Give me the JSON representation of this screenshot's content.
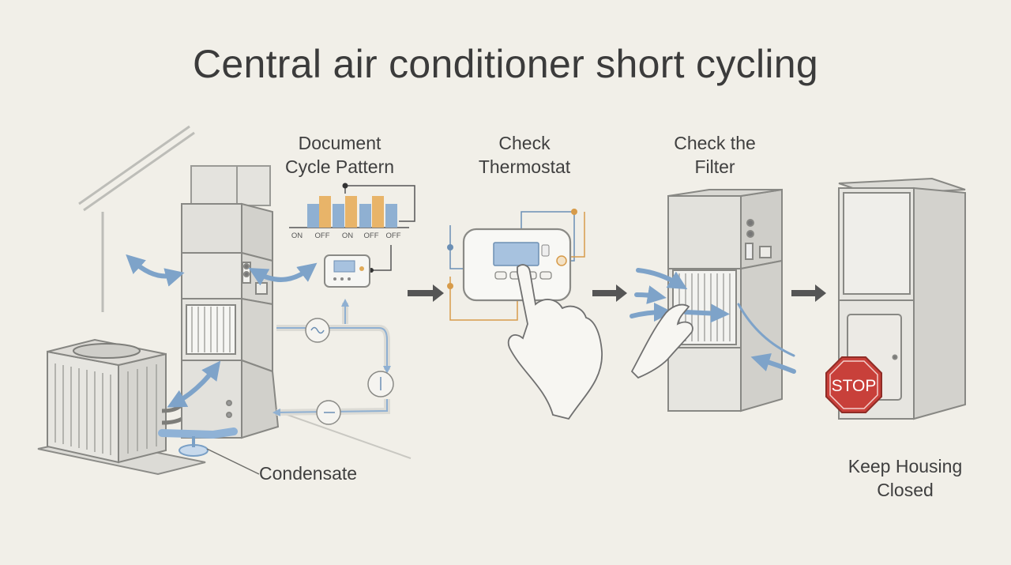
{
  "title": "Central air conditioner short cycling",
  "steps": [
    {
      "line1": "Document",
      "line2": "Cycle Pattern"
    },
    {
      "line1": "Check",
      "line2": "Thermostat"
    },
    {
      "line1": "Check the",
      "line2": "Filter"
    }
  ],
  "final_step": {
    "line1": "Keep Housing",
    "line2": "Closed"
  },
  "condensate_label": "Condensate",
  "cycle_pattern": [
    "ON",
    "OFF",
    "ON",
    "OFF",
    "OFF"
  ],
  "stop_sign_text": "STOP",
  "colors": {
    "airflow_blue": "#7ea3c9",
    "cycle_orange": "#e0aa58",
    "stop_red": "#c8403a"
  }
}
